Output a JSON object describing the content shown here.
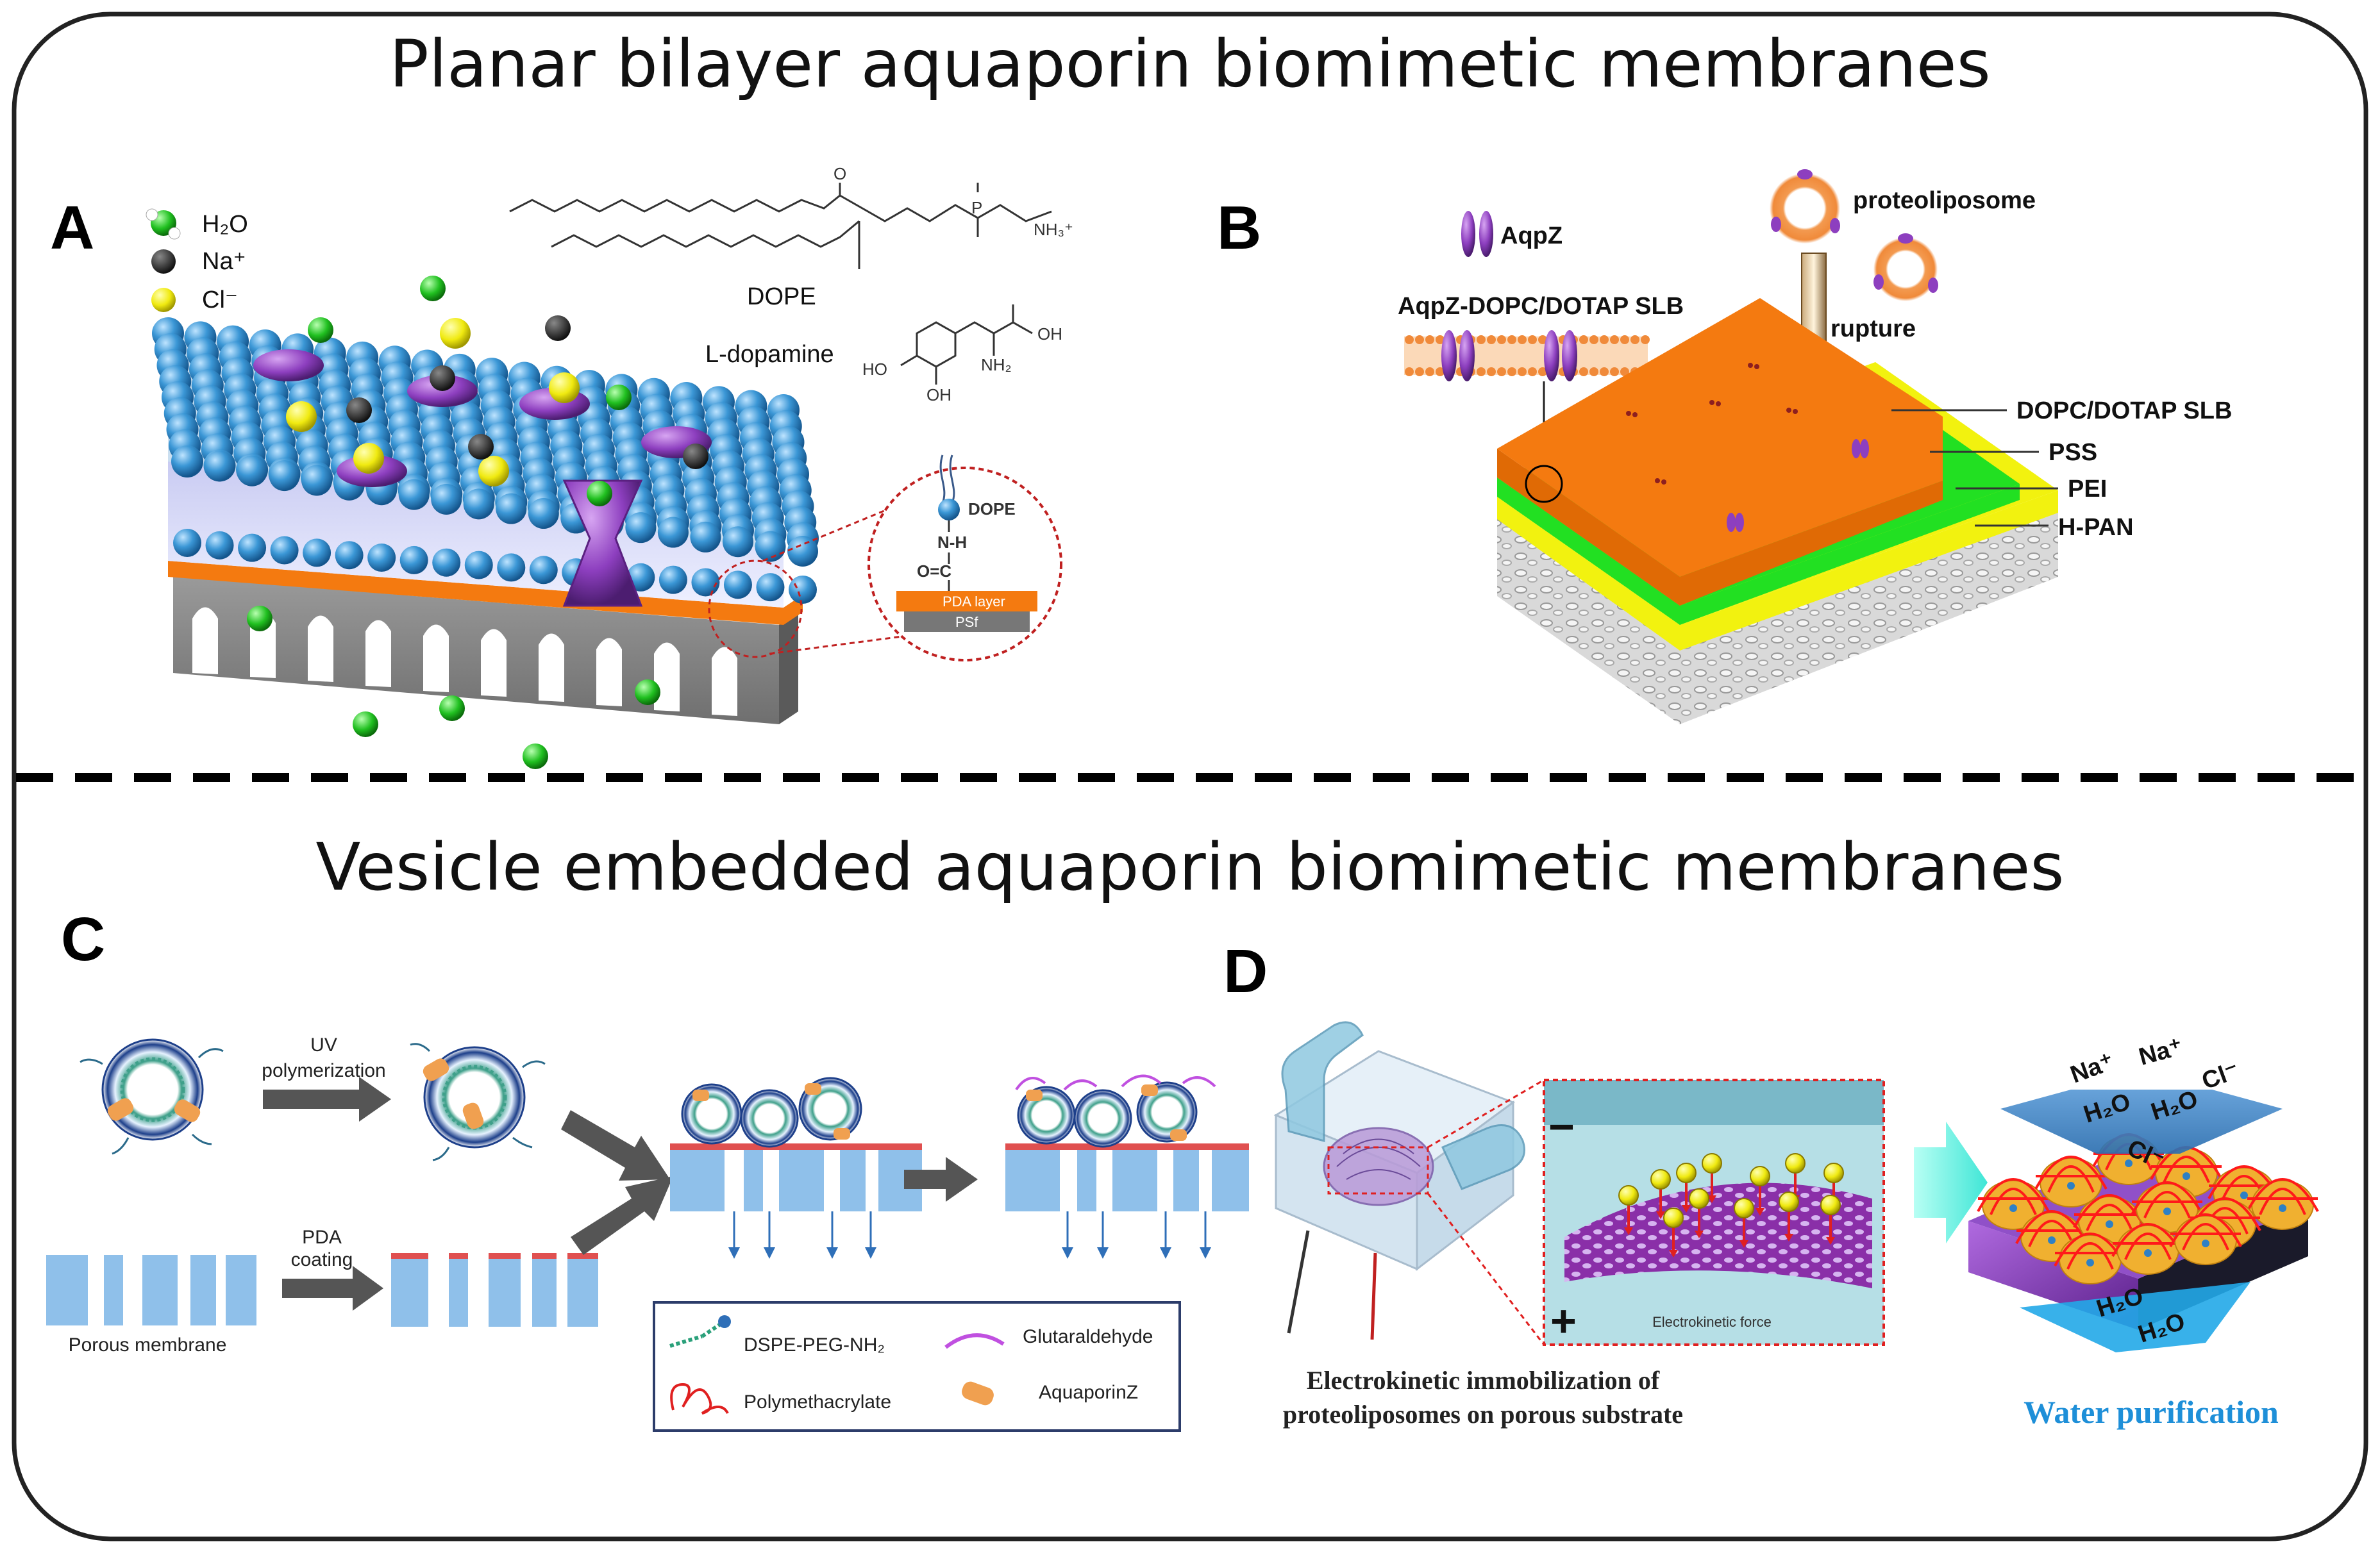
{
  "titles": {
    "top": "Planar bilayer aquaporin biomimetic membranes",
    "bottom": "Vesicle embedded aquaporin biomimetic membranes"
  },
  "panels": {
    "a": "A",
    "b": "B",
    "c": "C",
    "d": "D"
  },
  "panel_a": {
    "legend_h2o": "H₂O",
    "legend_na": "Na⁺",
    "legend_cl": "Cl⁻",
    "dope": "DOPE",
    "dopamine": "L-dopamine",
    "inset_dope": "DOPE",
    "inset_nh": "N-H",
    "inset_oc": "O=C",
    "inset_pda": "PDA layer",
    "inset_psf": "PSf",
    "chem_nh3": "NH₃⁺",
    "chem_oh": "OH",
    "chem_ho": "HO",
    "chem_nh2": "NH₂",
    "chem_o": "O",
    "chem_p": "P"
  },
  "panel_b": {
    "aqpz": "AqpZ",
    "proteoliposome": "proteoliposome",
    "slb_label": "AqpZ-DOPC/DOTAP SLB",
    "rupture": "rupture",
    "layer_slb": "DOPC/DOTAP SLB",
    "layer_pss": "PSS",
    "layer_pei": "PEI",
    "layer_hpan": "H-PAN"
  },
  "panel_c": {
    "uv": "UV",
    "polymerization": "polymerization",
    "pda": "PDA",
    "coating": "coating",
    "porous": "Porous membrane",
    "leg_dspe": "DSPE-PEG-NH₂",
    "leg_glut": "Glutaraldehyde",
    "leg_poly": "Polymethacrylate",
    "leg_aqpz": "AquaporinZ"
  },
  "panel_d": {
    "minus": "−",
    "plus": "+",
    "force": "Electrokinetic force",
    "caption_l1": "Electrokinetic immobilization of",
    "caption_l2": "proteoliposomes on porous substrate",
    "na1": "Na⁺",
    "na2": "Na⁺",
    "cl1": "Cl⁻",
    "cl2": "Cl⁻",
    "h2o1": "H₂O",
    "h2o2": "H₂O",
    "h2o3": "H₂O",
    "h2o4": "H₂O",
    "water": "Water purification"
  },
  "colors": {
    "border": "#222222",
    "lipid_head": "#2f8fd0",
    "aquaporin": "#8d3fbf",
    "orange_layer": "#f47a10",
    "green_layer": "#22e022",
    "yellow_layer": "#f2f20f",
    "membrane_blue": "#8fc0ea",
    "pda_red": "#e05050",
    "arrow_gray": "#555555",
    "cyan_arrow": "#3fe6d6",
    "water_blue": "#1e8fd8"
  }
}
